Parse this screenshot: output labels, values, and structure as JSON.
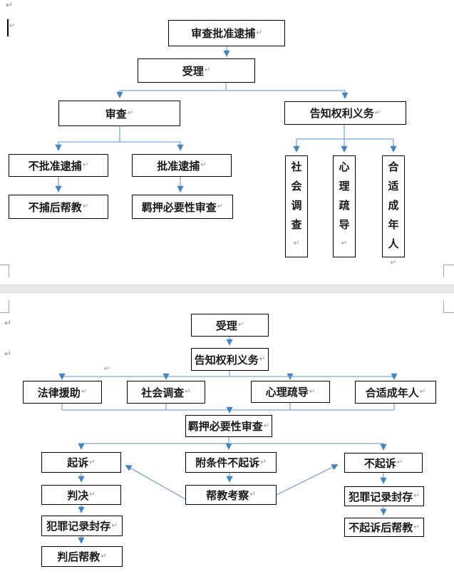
{
  "marks": {
    "pilcrow": "↵"
  },
  "colors": {
    "connector": "#7da7d8",
    "arrowhead": "#4584c4",
    "box_border": "#000000",
    "text": "#1a1a1a",
    "formatting_mark": "#8f8f8f",
    "page_separator": "#e7e7e7",
    "crop_mark": "#a6a6a6",
    "page_background": "#ffffff"
  },
  "flowchart1": {
    "nodes": [
      {
        "id": "approve-arrest-review",
        "label": "审查批准逮捕"
      },
      {
        "id": "accept",
        "label": "受理"
      },
      {
        "id": "review",
        "label": "审查"
      },
      {
        "id": "inform-rights-obligations",
        "label": "告知权利义务"
      },
      {
        "id": "disapprove-arrest",
        "label": "不批准逮捕"
      },
      {
        "id": "approve-arrest",
        "label": "批准逮捕"
      },
      {
        "id": "post-non-arrest-guidance",
        "label": "不捕后帮教"
      },
      {
        "id": "custody-necessity-review",
        "label": "羁押必要性审查"
      },
      {
        "id": "social-investigation",
        "label": "社会调查",
        "orientation": "vertical"
      },
      {
        "id": "psychological-counseling",
        "label": "心理疏导",
        "orientation": "vertical"
      },
      {
        "id": "appropriate-adult",
        "label": "合适成年人",
        "orientation": "vertical"
      }
    ],
    "edges": [
      {
        "from": "approve-arrest-review",
        "to": "accept"
      },
      {
        "from": "accept",
        "to": "review"
      },
      {
        "from": "accept",
        "to": "inform-rights-obligations"
      },
      {
        "from": "review",
        "to": "disapprove-arrest"
      },
      {
        "from": "review",
        "to": "approve-arrest"
      },
      {
        "from": "disapprove-arrest",
        "to": "post-non-arrest-guidance"
      },
      {
        "from": "approve-arrest",
        "to": "custody-necessity-review"
      },
      {
        "from": "inform-rights-obligations",
        "to": "social-investigation"
      },
      {
        "from": "inform-rights-obligations",
        "to": "psychological-counseling"
      },
      {
        "from": "inform-rights-obligations",
        "to": "appropriate-adult"
      }
    ]
  },
  "flowchart2": {
    "nodes": [
      {
        "id": "accept",
        "label": "受理"
      },
      {
        "id": "inform-rights-obligations",
        "label": "告知权利义务"
      },
      {
        "id": "legal-aid",
        "label": "法律援助"
      },
      {
        "id": "social-investigation",
        "label": "社会调查"
      },
      {
        "id": "psychological-counseling",
        "label": "心理疏导"
      },
      {
        "id": "appropriate-adult",
        "label": "合适成年人"
      },
      {
        "id": "custody-necessity-review",
        "label": "羁押必要性审查"
      },
      {
        "id": "prosecute",
        "label": "起诉"
      },
      {
        "id": "conditional-non-prosecution",
        "label": "附条件不起诉"
      },
      {
        "id": "non-prosecution",
        "label": "不起诉"
      },
      {
        "id": "judgment",
        "label": "判决"
      },
      {
        "id": "guidance-inspection",
        "label": "帮教考察"
      },
      {
        "id": "criminal-record-sealing",
        "label": "犯罪记录封存"
      },
      {
        "id": "post-judgment-guidance",
        "label": "判后帮教"
      },
      {
        "id": "criminal-record-sealing-2",
        "label": "犯罪记录封存"
      },
      {
        "id": "post-non-prosecution-guidance",
        "label": "不起诉后帮教"
      }
    ],
    "edges": [
      {
        "from": "accept",
        "to": "inform-rights-obligations"
      },
      {
        "from": "inform-rights-obligations",
        "to": "legal-aid"
      },
      {
        "from": "inform-rights-obligations",
        "to": "social-investigation"
      },
      {
        "from": "inform-rights-obligations",
        "to": "psychological-counseling"
      },
      {
        "from": "inform-rights-obligations",
        "to": "appropriate-adult"
      },
      {
        "from": "legal-aid",
        "to": "custody-necessity-review"
      },
      {
        "from": "social-investigation",
        "to": "custody-necessity-review"
      },
      {
        "from": "psychological-counseling",
        "to": "custody-necessity-review"
      },
      {
        "from": "appropriate-adult",
        "to": "custody-necessity-review"
      },
      {
        "from": "custody-necessity-review",
        "to": "prosecute"
      },
      {
        "from": "custody-necessity-review",
        "to": "conditional-non-prosecution"
      },
      {
        "from": "custody-necessity-review",
        "to": "non-prosecution"
      },
      {
        "from": "prosecute",
        "to": "judgment"
      },
      {
        "from": "judgment",
        "to": "criminal-record-sealing"
      },
      {
        "from": "criminal-record-sealing",
        "to": "post-judgment-guidance"
      },
      {
        "from": "conditional-non-prosecution",
        "to": "guidance-inspection"
      },
      {
        "from": "guidance-inspection",
        "to": "prosecute"
      },
      {
        "from": "guidance-inspection",
        "to": "non-prosecution"
      },
      {
        "from": "non-prosecution",
        "to": "criminal-record-sealing-2"
      },
      {
        "from": "criminal-record-sealing-2",
        "to": "post-non-prosecution-guidance"
      }
    ]
  }
}
